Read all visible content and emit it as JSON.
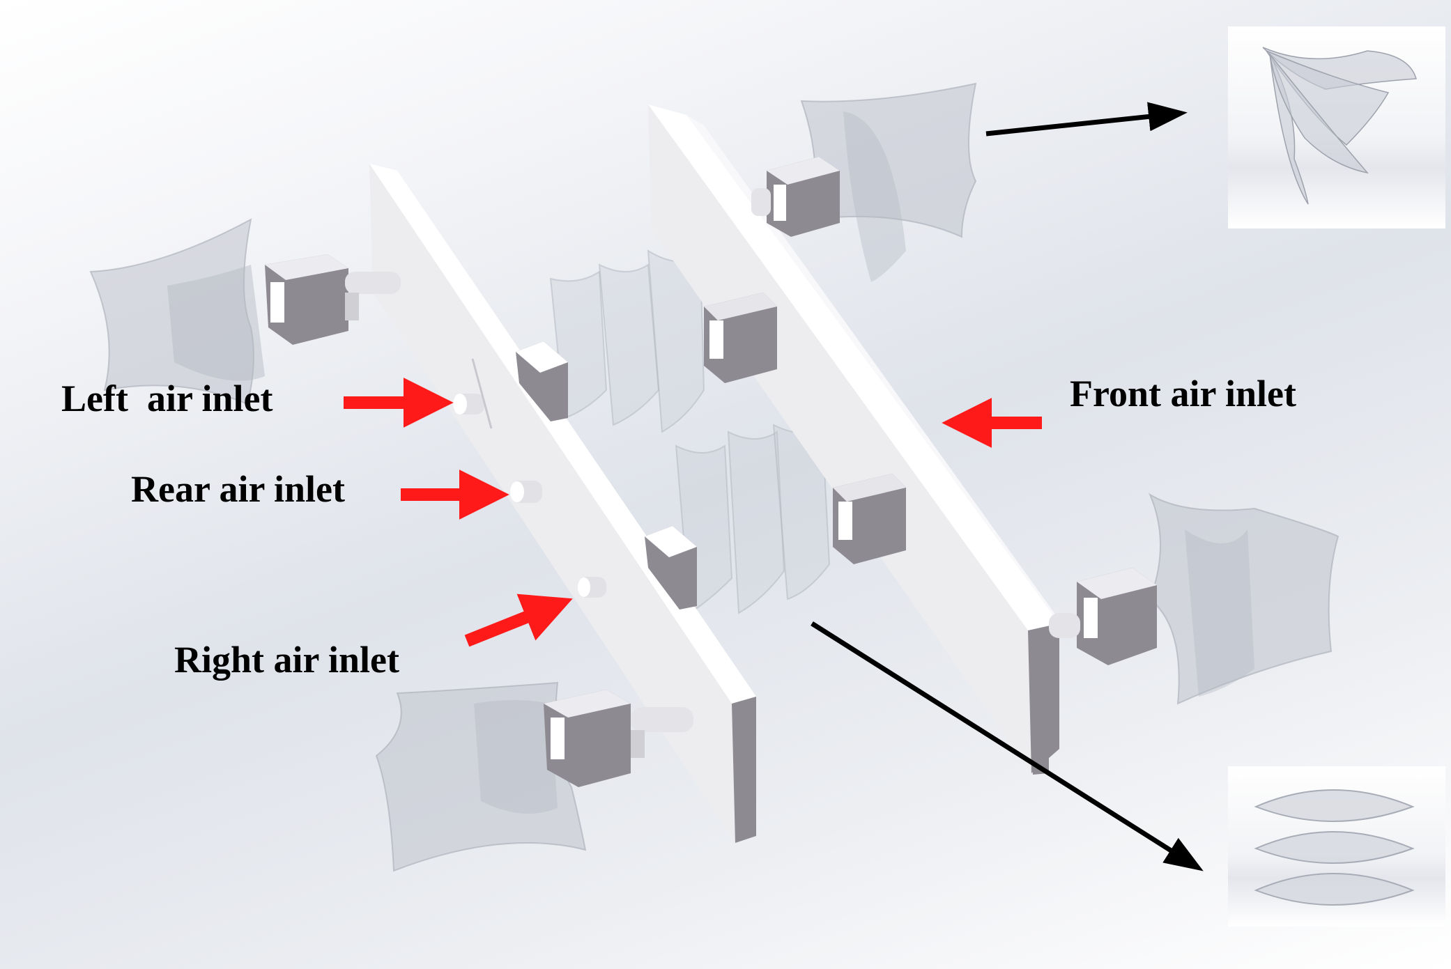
{
  "labels": {
    "left_inlet": "Left  air inlet",
    "rear_inlet": "Rear air inlet",
    "right_inlet": "Right air inlet",
    "front_inlet": "Front air inlet"
  },
  "colors": {
    "red_arrow": "#ff1a1a",
    "black_arrow": "#000000",
    "plate": "#f1f1f3",
    "plate_edge": "#ffffff",
    "plate_side": "#8e8a92",
    "actuator": "#8e8a92",
    "membrane": "#b4b8c2"
  }
}
